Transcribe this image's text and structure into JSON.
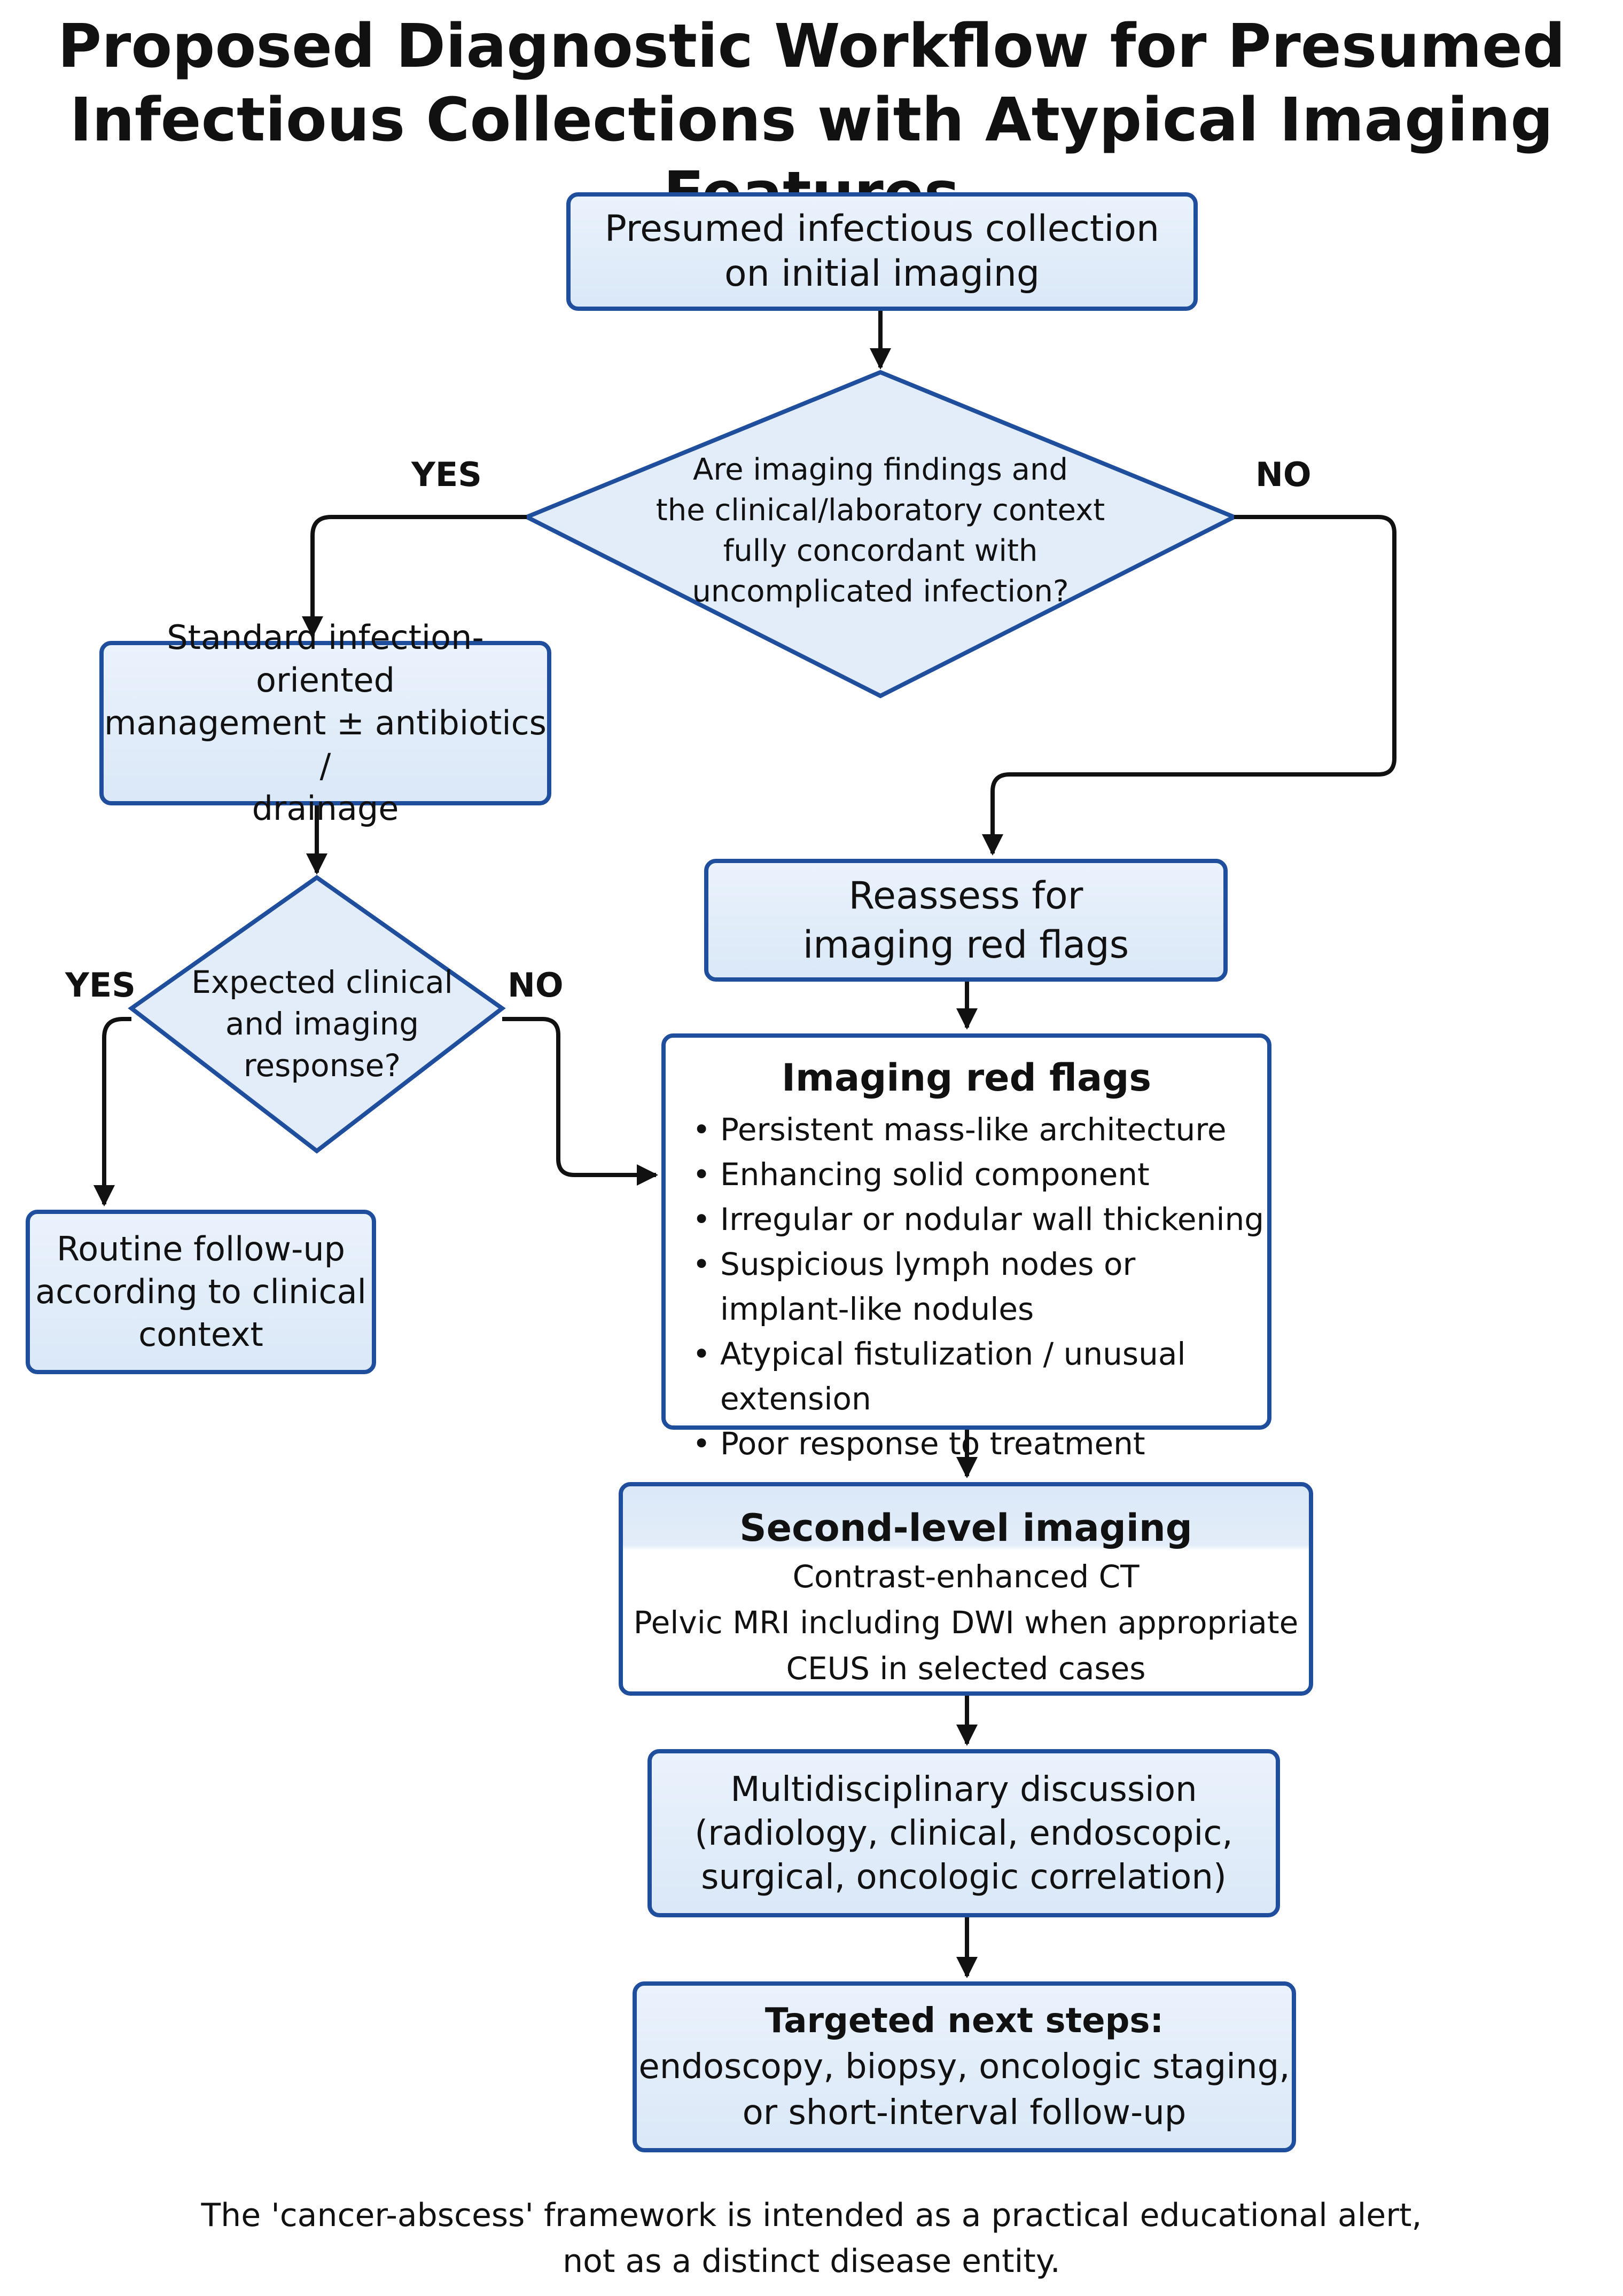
{
  "title": {
    "line1": "Proposed Diagnostic Workflow for Presumed",
    "line2": "Infectious Collections with Atypical Imaging Features"
  },
  "nodes": {
    "start": {
      "line1": "Presumed infectious collection",
      "line2": "on initial imaging"
    },
    "decision1": {
      "line1": "Are imaging findings and",
      "line2": "the clinical/laboratory context",
      "line3": "fully concordant with",
      "line4": "uncomplicated infection?",
      "yes_label": "YES",
      "no_label": "NO"
    },
    "standard": {
      "line1": "Standard infection-oriented",
      "line2": "management ± antibiotics /",
      "line3": "drainage"
    },
    "decision2": {
      "line1": "Expected clinical",
      "line2": "and imaging",
      "line3": "response?",
      "yes_label": "YES",
      "no_label": "NO"
    },
    "routine": {
      "line1": "Routine follow-up",
      "line2": "according to clinical",
      "line3": "context"
    },
    "reassess": {
      "line1": "Reassess for",
      "line2": "imaging red flags"
    },
    "red_flags": {
      "heading": "Imaging red flags",
      "items": [
        "Persistent mass-like architecture",
        "Enhancing solid component",
        "Irregular or nodular wall thickening",
        "Suspicious lymph nodes or",
        "implant-like nodules",
        "Atypical fistulization / unusual extension",
        "Poor response to treatment"
      ]
    },
    "second_level": {
      "heading": "Second-level imaging",
      "line1": "Contrast-enhanced CT",
      "line2": "Pelvic MRI including DWI when appropriate",
      "line3": "CEUS in selected cases"
    },
    "mdt": {
      "line1": "Multidisciplinary discussion",
      "line2": "(radiology, clinical, endoscopic,",
      "line3": "surgical, oncologic correlation)"
    },
    "next_steps": {
      "line1": "Targeted next steps:",
      "line2": "endoscopy, biopsy, oncologic staging,",
      "line3": "or short-interval follow-up"
    }
  },
  "footer": {
    "line1": "The 'cancer-abscess' framework is intended as a practical educational alert,",
    "line2": "not as a distinct disease entity."
  },
  "colors": {
    "border": "#1f4e9c",
    "fill": "#e3edf9",
    "arrow": "#111111"
  }
}
